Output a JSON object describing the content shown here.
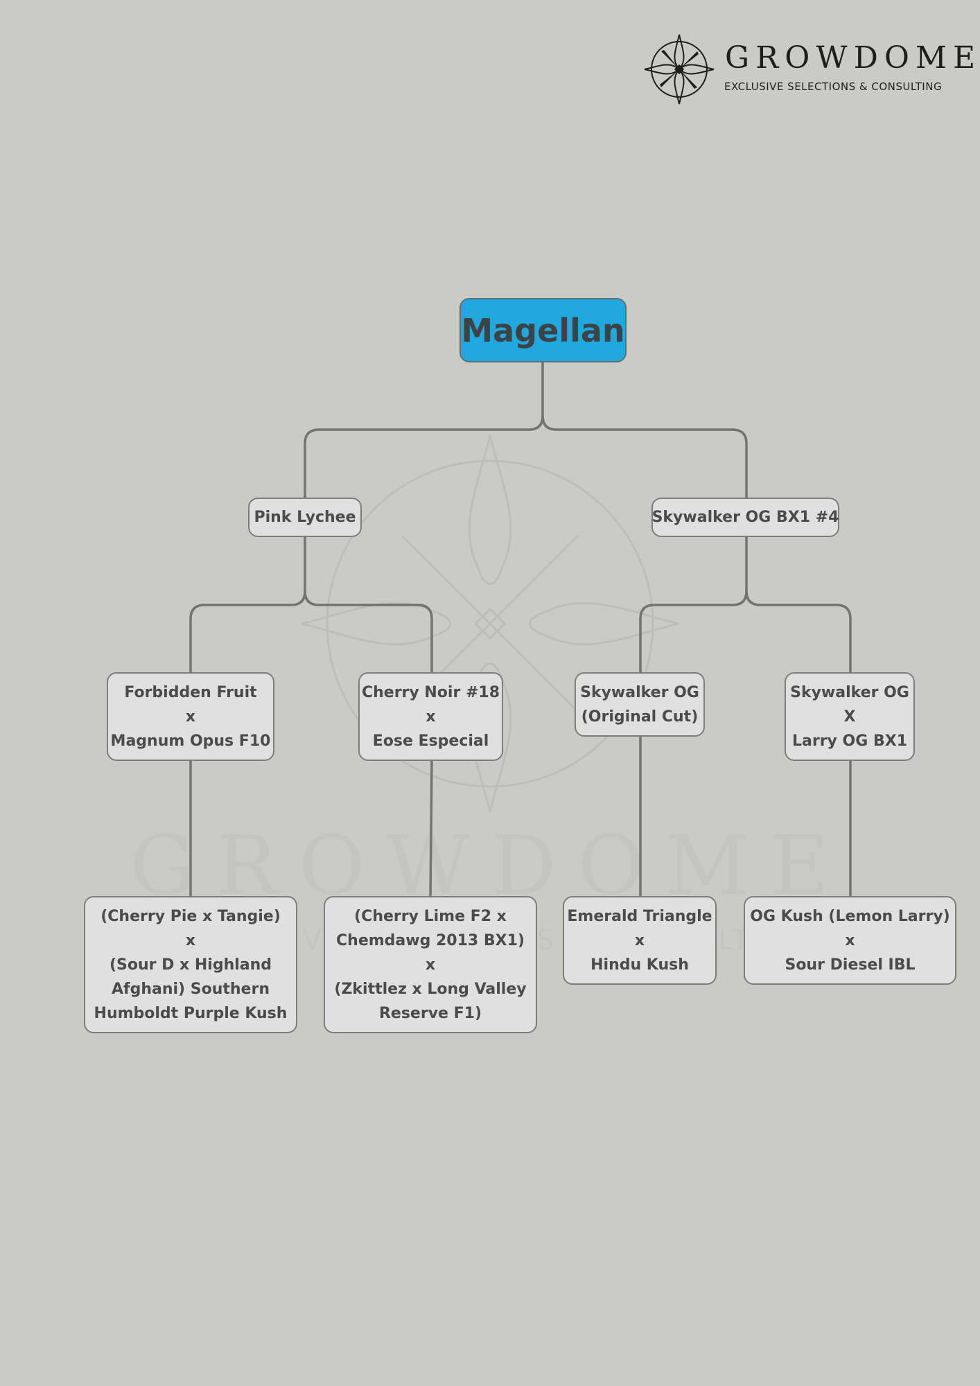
{
  "brand": {
    "name": "GROWDOME",
    "tagline": "EXCLUSIVE SELECTIONS & CONSULTING",
    "logo_icon": "cannabis-leaf-compass-icon"
  },
  "tree": {
    "root": {
      "label": "Magellan",
      "color": "#21a8df"
    },
    "parents": {
      "left": {
        "label": "Pink Lychee"
      },
      "right": {
        "label": "Skywalker OG BX1 #4"
      }
    },
    "grandparents": [
      {
        "lines": [
          "Forbidden Fruit",
          "x",
          "Magnum Opus F10"
        ]
      },
      {
        "lines": [
          "Cherry Noir #18",
          "x",
          "Eose Especial"
        ]
      },
      {
        "lines": [
          "Skywalker OG",
          "(Original Cut)"
        ]
      },
      {
        "lines": [
          "Skywalker OG",
          "X",
          "Larry OG BX1"
        ]
      }
    ],
    "great_grandparents": [
      {
        "lines": [
          "(Cherry Pie x Tangie)",
          "x",
          "(Sour D x Highland",
          "Afghani) Southern",
          "Humboldt Purple Kush"
        ]
      },
      {
        "lines": [
          "(Cherry Lime F2 x",
          "Chemdawg 2013 BX1)",
          "x",
          "(Zkittlez x Long Valley",
          "Reserve F1)"
        ]
      },
      {
        "lines": [
          "Emerald Triangle",
          "x",
          "Hindu Kush"
        ]
      },
      {
        "lines": [
          "OG Kush (Lemon Larry)",
          "x",
          "Sour Diesel IBL"
        ]
      }
    ]
  }
}
